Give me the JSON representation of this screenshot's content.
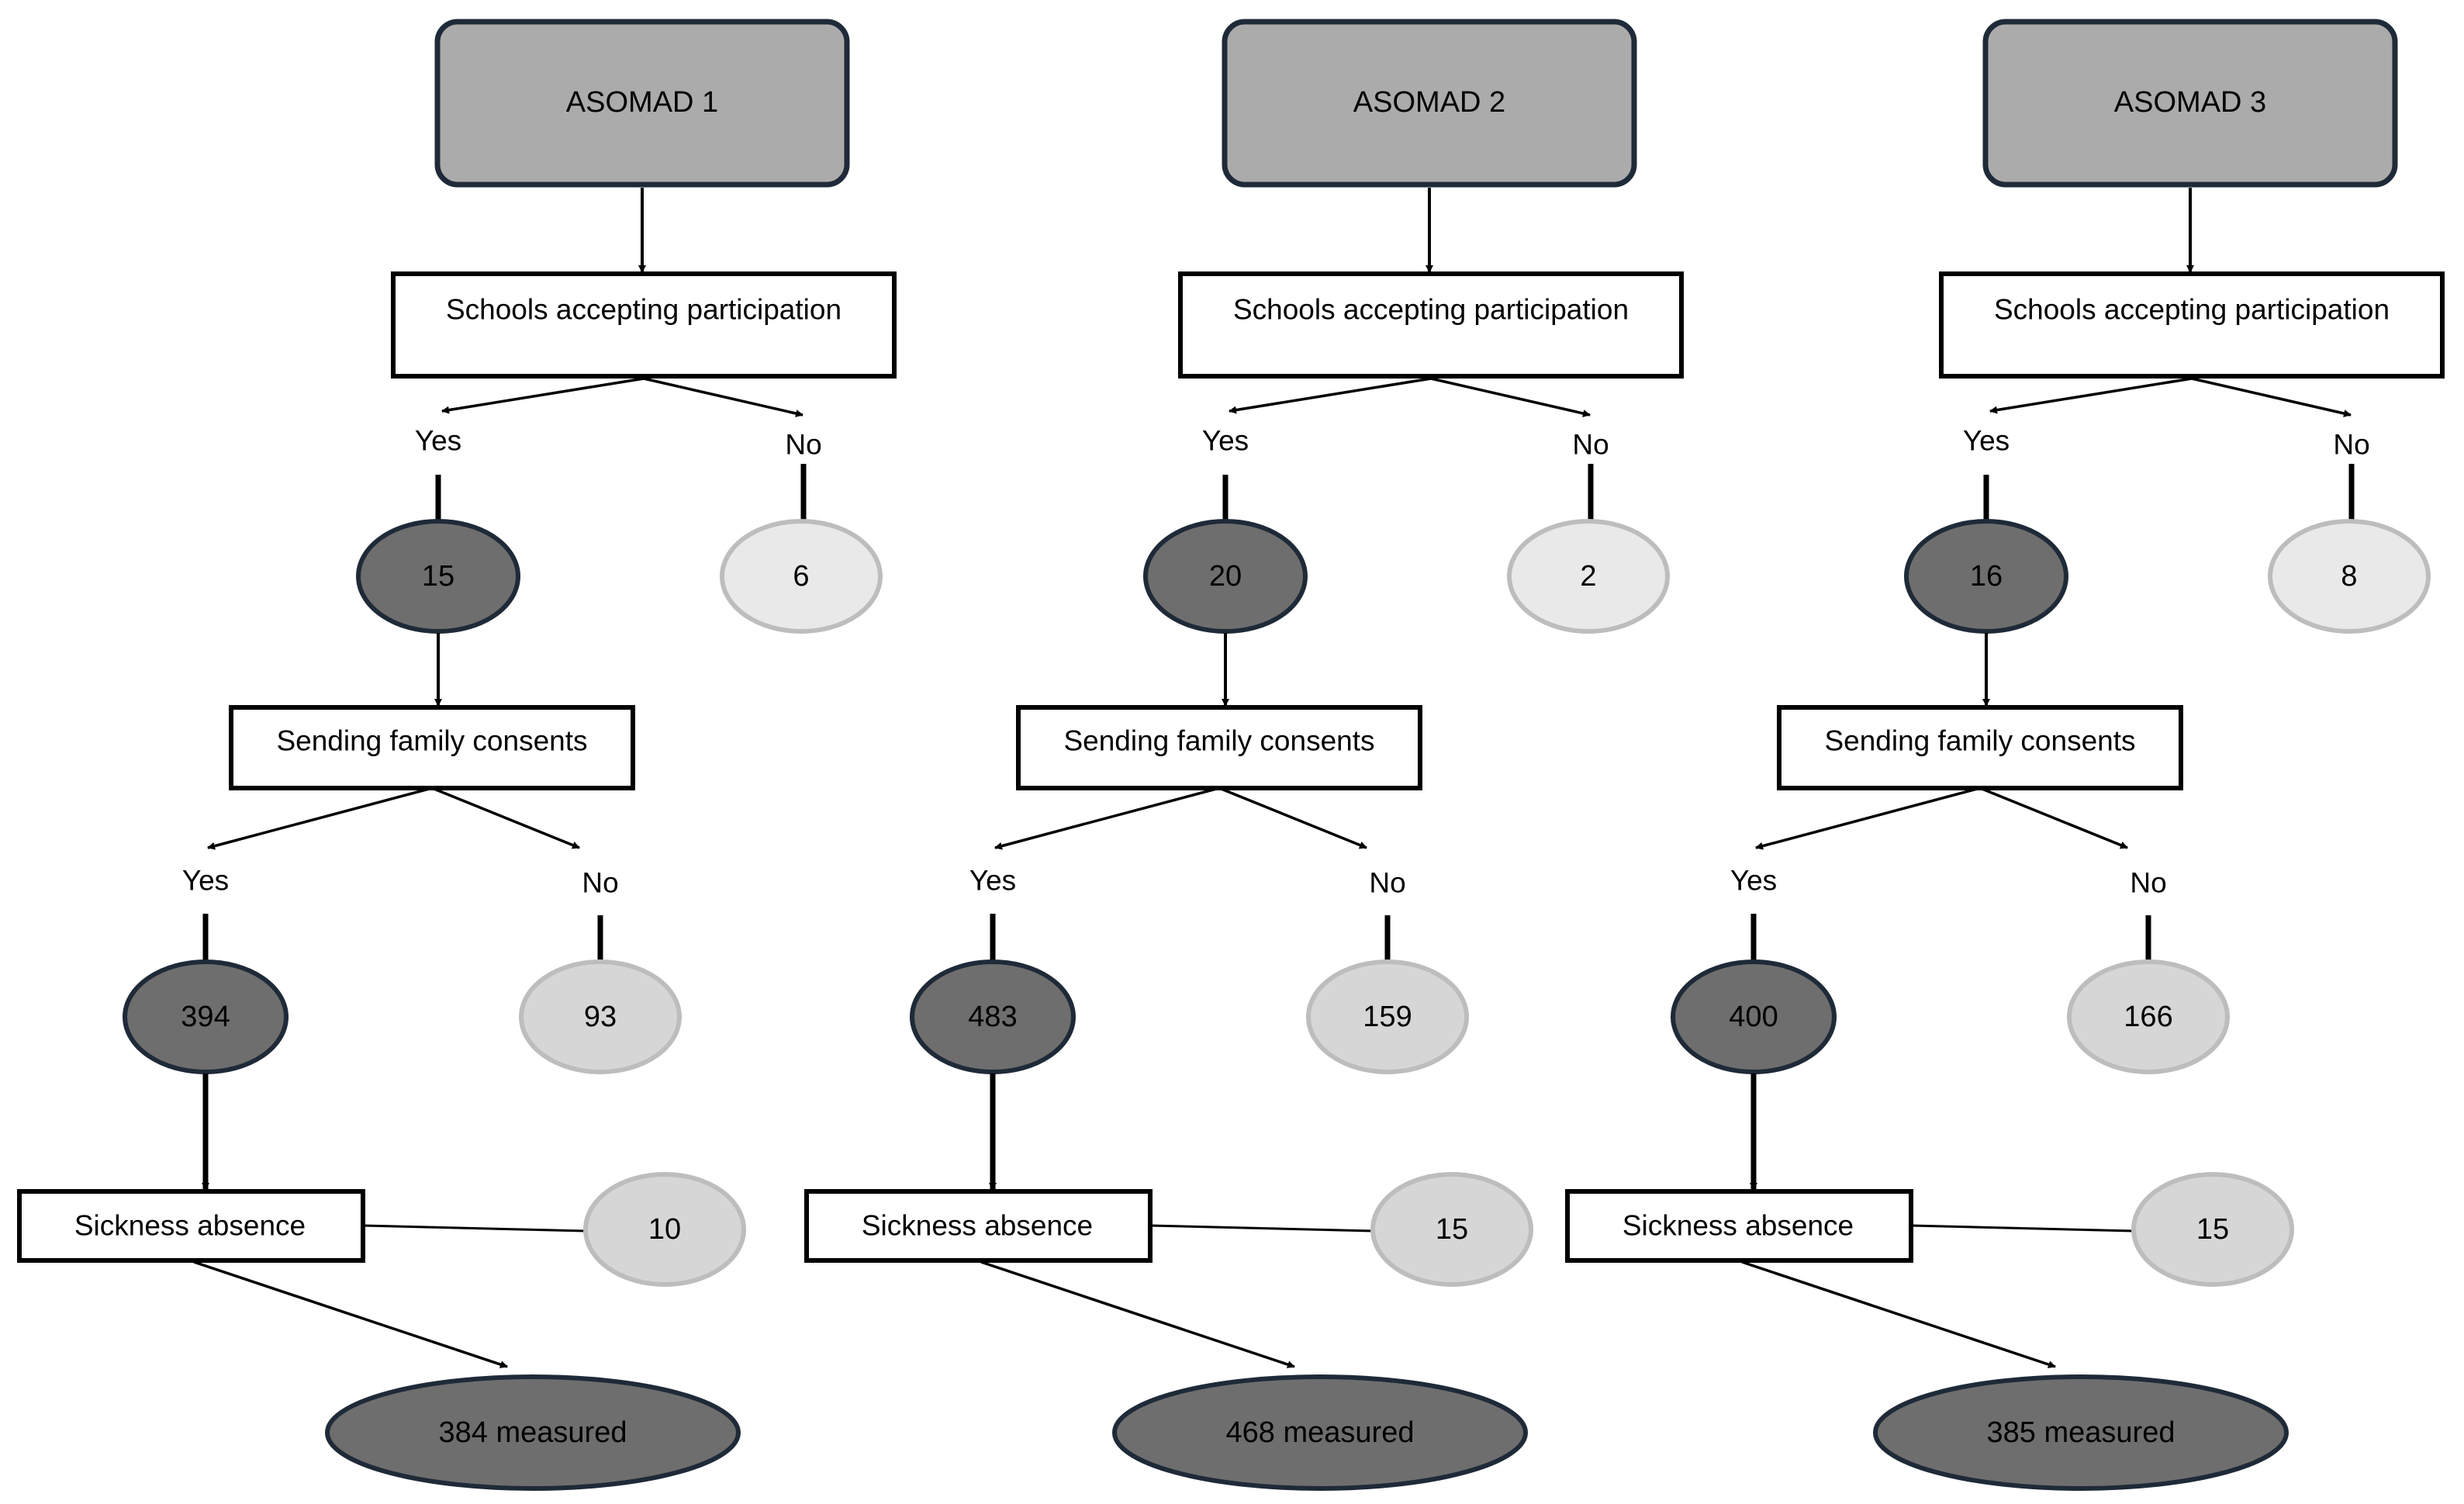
{
  "columns": [
    {
      "header": "ASOMAD 1",
      "schools_box": "Schools accepting participation",
      "schools_yes_label": "Yes",
      "schools_no_label": "No",
      "schools_yes": "15",
      "schools_no": "6",
      "consent_box": "Sending family consents",
      "consent_yes_label": "Yes",
      "consent_no_label": "No",
      "consent_yes": "394",
      "consent_no": "93",
      "sickness_box": "Sickness absence",
      "sickness_count": "10",
      "measured": "384 measured"
    },
    {
      "header": "ASOMAD 2",
      "schools_box": "Schools accepting participation",
      "schools_yes_label": "Yes",
      "schools_no_label": "No",
      "schools_yes": "20",
      "schools_no": "2",
      "consent_box": "Sending family consents",
      "consent_yes_label": "Yes",
      "consent_no_label": "No",
      "consent_yes": "483",
      "consent_no": "159",
      "sickness_box": "Sickness absence",
      "sickness_count": "15",
      "measured": "468 measured"
    },
    {
      "header": "ASOMAD 3",
      "schools_box": "Schools accepting participation",
      "schools_yes_label": "Yes",
      "schools_no_label": "No",
      "schools_yes": "16",
      "schools_no": "8",
      "consent_box": "Sending family consents",
      "consent_yes_label": "Yes",
      "consent_no_label": "No",
      "consent_yes": "400",
      "consent_no": "166",
      "sickness_box": "Sickness absence",
      "sickness_count": "15",
      "measured": "385 measured"
    }
  ],
  "colors": {
    "header_fill": "#ababab",
    "header_stroke": "#1f2a38",
    "dark_ellipse_fill": "#6e6e6e",
    "dark_ellipse_stroke": "#1f2a38",
    "light_ellipse_fill": "#e9e9e9",
    "light_ellipse_stroke": "#bdbdbd",
    "mid_ellipse_fill": "#d6d6d6",
    "mid_ellipse_stroke": "#bdbdbd",
    "line": "#000000"
  }
}
